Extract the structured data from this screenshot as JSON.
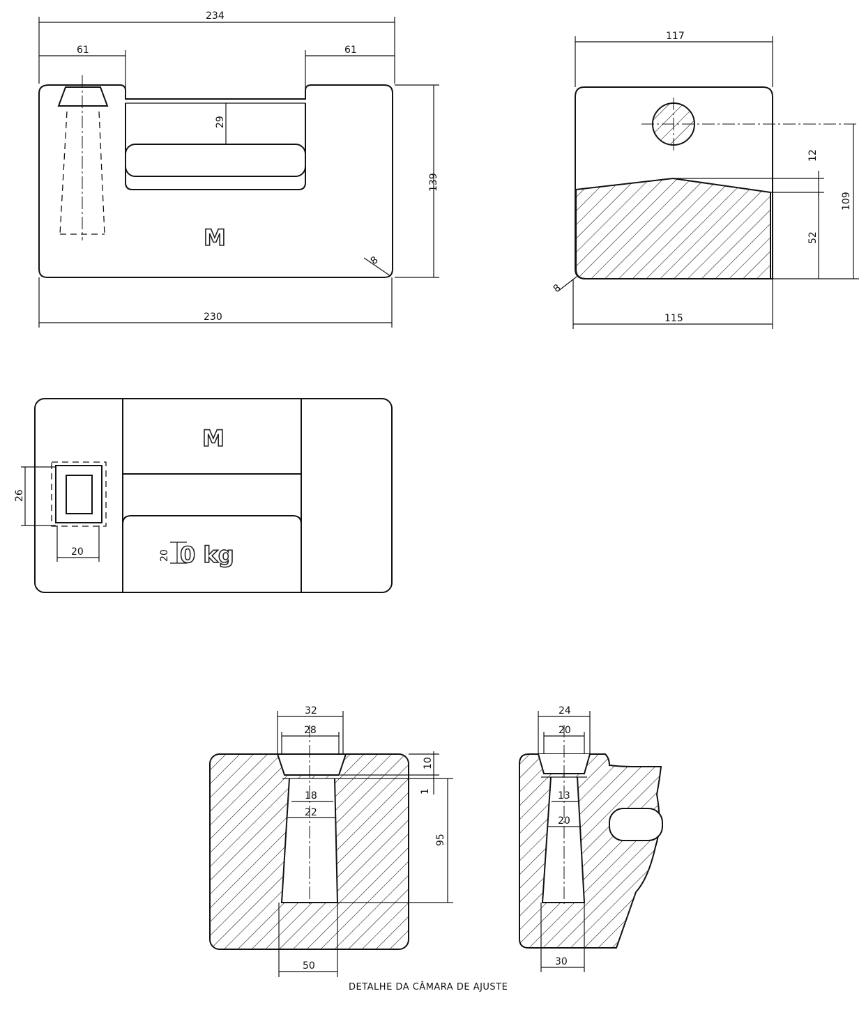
{
  "front_view": {
    "dim_top": "234",
    "dim_left_block": "61",
    "dim_right_block": "61",
    "dim_handle_gap": "29",
    "dim_height": "139",
    "dim_bottom": "230",
    "dim_radius": "8",
    "mark": "M"
  },
  "side_view": {
    "dim_top": "117",
    "dim_hole_offset": "12",
    "dim_hole_height": "109",
    "dim_body": "52",
    "dim_radius": "8",
    "dim_bottom": "115"
  },
  "top_view": {
    "mark": "M",
    "dim_slot_height": "26",
    "dim_slot_width": "20",
    "dim_char_height": "20",
    "weight_label": "0 kg"
  },
  "detail_left": {
    "dim_outer_top": "32",
    "dim_inner_top": "28",
    "dim_plug_height": "10",
    "dim_gap": "1",
    "dim_neck": "18",
    "dim_cavity_top": "22",
    "dim_depth": "95",
    "dim_cavity_bottom": "50"
  },
  "detail_right": {
    "dim_outer_top": "24",
    "dim_inner_top": "20",
    "dim_neck": "13",
    "dim_cavity_top": "20",
    "dim_cavity_bottom": "30"
  },
  "caption": "DETALHE DA CÂMARA DE AJUSTE"
}
